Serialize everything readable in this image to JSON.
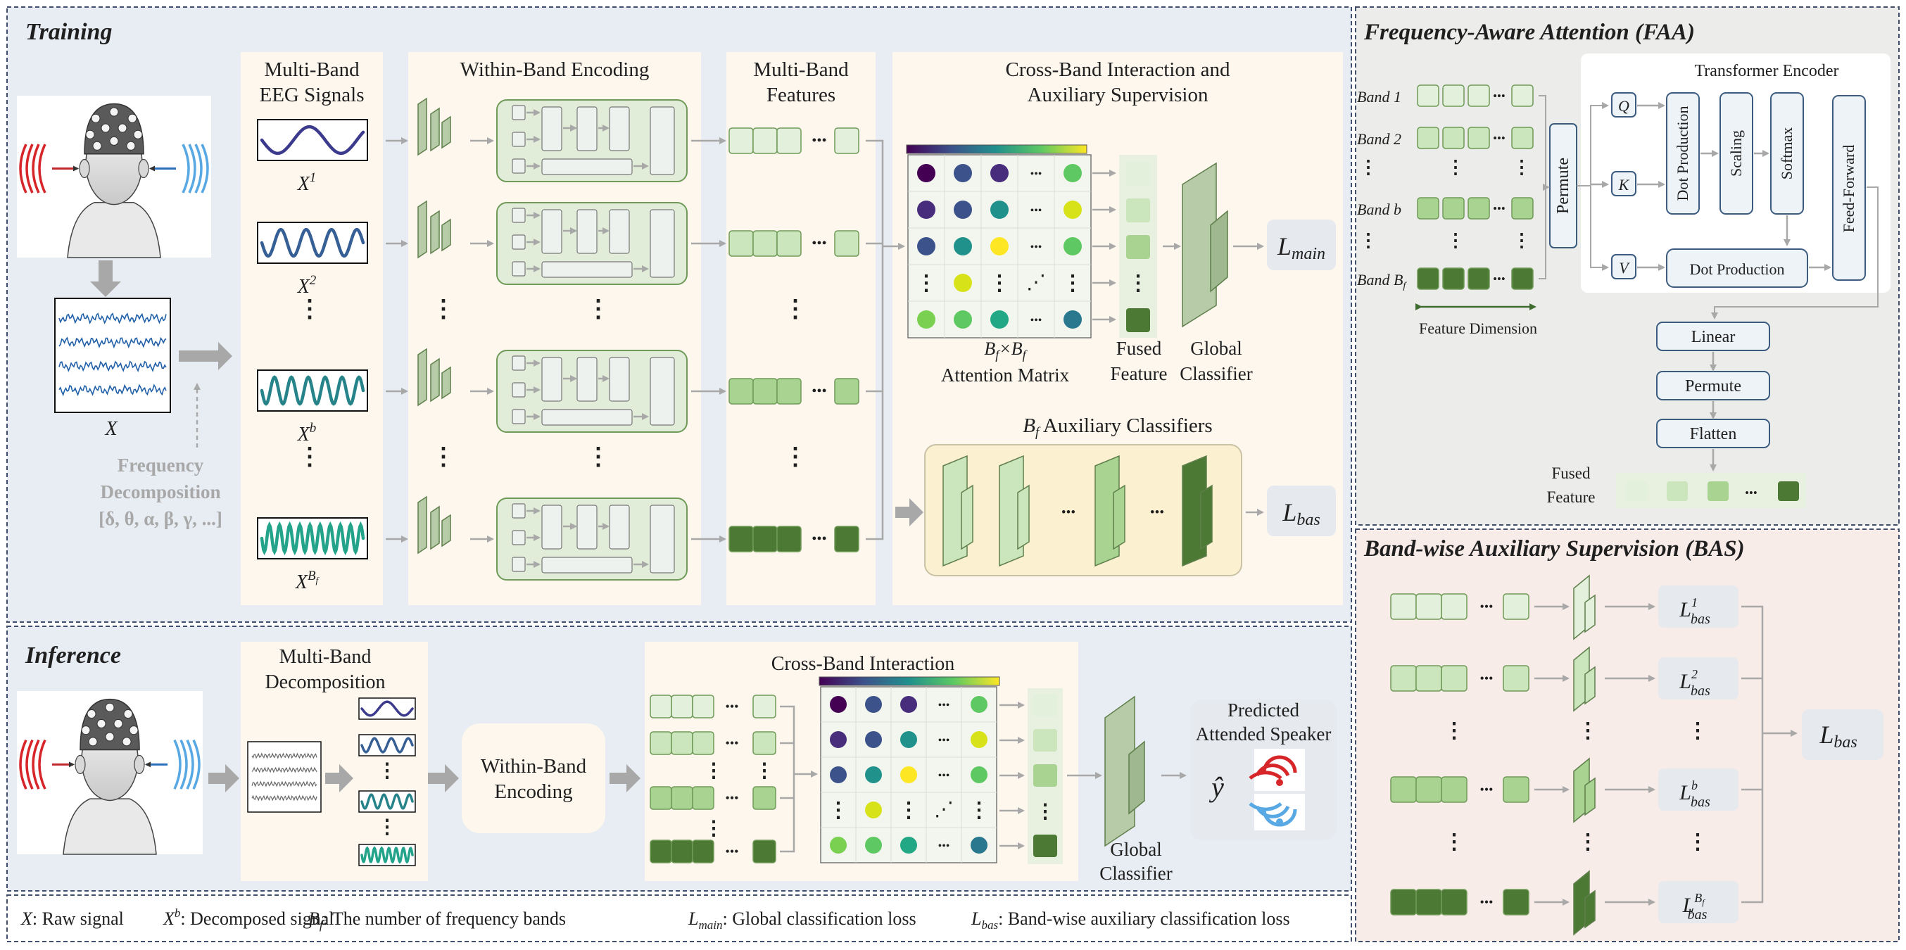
{
  "colors": {
    "panel_training": "#e8edf3",
    "panel_faa": "#ececeb",
    "panel_bas": "#f8ece9",
    "border_dash": "#3f4f6b",
    "stage_bg": "#fdf7ee",
    "enc_fill": "#e2edd9",
    "enc_stroke": "#6f9a57",
    "block_fill": "#eef2ef",
    "feat_1": "#e3f1dc",
    "feat_2": "#cbe5bd",
    "feat_3": "#a9d390",
    "feat_4": "#4c7a34",
    "arrow": "#a8a8a8",
    "classifier_fill": "#b7cba8",
    "classifier_stroke": "#5f7f4c",
    "loss_bg": "#e6e9ee",
    "aux_bg": "#fbf0cf",
    "faa_box_stroke": "#3c5c7f",
    "red_wave": "#d7262a",
    "blue_wave": "#58a8e4"
  },
  "training": {
    "title": "Training",
    "col_signals": {
      "title_1": "Multi-Band",
      "title_2": "EEG Signals",
      "labels": [
        "X",
        "X",
        "X",
        "X"
      ],
      "sups": [
        "1",
        "2",
        "b",
        "B"
      ],
      "sup_sub": "f"
    },
    "raw_label": "X",
    "freq_decomp_1": "Frequency",
    "freq_decomp_2": "Decomposition",
    "freq_bands": "[δ, θ, α, β, γ, ...]",
    "col_encoding": {
      "title": "Within-Band Encoding"
    },
    "col_features": {
      "title_1": "Multi-Band",
      "title_2": "Features"
    },
    "col_cross": {
      "title_1": "Cross-Band Interaction and",
      "title_2": "Auxiliary Supervision",
      "matrix_label_1": "B",
      "matrix_label_sub1": "f",
      "matrix_label_x": "×B",
      "matrix_label_sub2": "f",
      "matrix_label_2": "Attention Matrix",
      "fused_1": "Fused",
      "fused_2": "Feature",
      "global_1": "Global",
      "global_2": "Classifier",
      "aux_title": "B",
      "aux_title_sub": "f",
      "aux_title_rest": " Auxiliary Classifiers",
      "loss_main": "L",
      "loss_main_sub": "main",
      "loss_bas": "L",
      "loss_bas_sub": "bas"
    }
  },
  "inference": {
    "title": "Inference",
    "decomp_1": "Multi-Band",
    "decomp_2": "Decomposition",
    "within_1": "Within-Band",
    "within_2": "Encoding",
    "cross_title": "Cross-Band Interaction",
    "global_1": "Global",
    "global_2": "Classifier",
    "pred_1": "Predicted",
    "pred_2": "Attended Speaker",
    "y_hat": "ŷ"
  },
  "legend": {
    "items": [
      {
        "sym": "X",
        "sup": "",
        "sub": "",
        "text": ": Raw signal"
      },
      {
        "sym": "X",
        "sup": "b",
        "sub": "",
        "text": ": Decomposed signal"
      },
      {
        "sym": "B",
        "sup": "",
        "sub": "f",
        "text": ": The number of frequency bands"
      },
      {
        "sym": "L",
        "sup": "",
        "sub": "main",
        "text": ": Global classification loss"
      },
      {
        "sym": "L",
        "sup": "",
        "sub": "bas",
        "text": ": Band-wise auxiliary classification loss"
      }
    ]
  },
  "faa": {
    "title": "Frequency-Aware Attention (FAA)",
    "band_labels": [
      "Band 1",
      "Band 2",
      "Band b",
      "Band B"
    ],
    "band_last_sub": "f",
    "feature_dim": "Feature Dimension",
    "permute": "Permute",
    "transformer": "Transformer Encoder",
    "q": "Q",
    "k": "K",
    "v": "V",
    "dot_prod_v": "Dot Production",
    "scaling": "Scaling",
    "softmax": "Softmax",
    "feed_forward": "Feed-Forward",
    "dot_prod_h": "Dot Production",
    "linear": "Linear",
    "permute2": "Permute",
    "flatten": "Flatten",
    "fused_1": "Fused",
    "fused_2": "Feature"
  },
  "bas": {
    "title": "Band-wise Auxiliary Supervision (BAS)",
    "loss_sym": "L",
    "loss_sub": "bas",
    "loss_sups": [
      "1",
      "2",
      "b",
      "B"
    ],
    "loss_last_sup_sub": "f",
    "total_loss": "L",
    "total_loss_sub": "bas"
  },
  "matrix": {
    "rows": [
      [
        "#440154",
        "#3b528b",
        "#472d7b",
        "dots",
        "#5ec962"
      ],
      [
        "#472d7b",
        "#3b528b",
        "#21918c",
        "dots",
        "#d8e219"
      ],
      [
        "#3b528b",
        "#21918c",
        "#fde725",
        "dots",
        "#5ec962"
      ],
      [
        "vdots",
        "#d8e219",
        "vdots",
        "ddots",
        "vdots"
      ],
      [
        "#7ad151",
        "#5ec962",
        "#22a884",
        "dots",
        "#2a788e"
      ]
    ]
  }
}
